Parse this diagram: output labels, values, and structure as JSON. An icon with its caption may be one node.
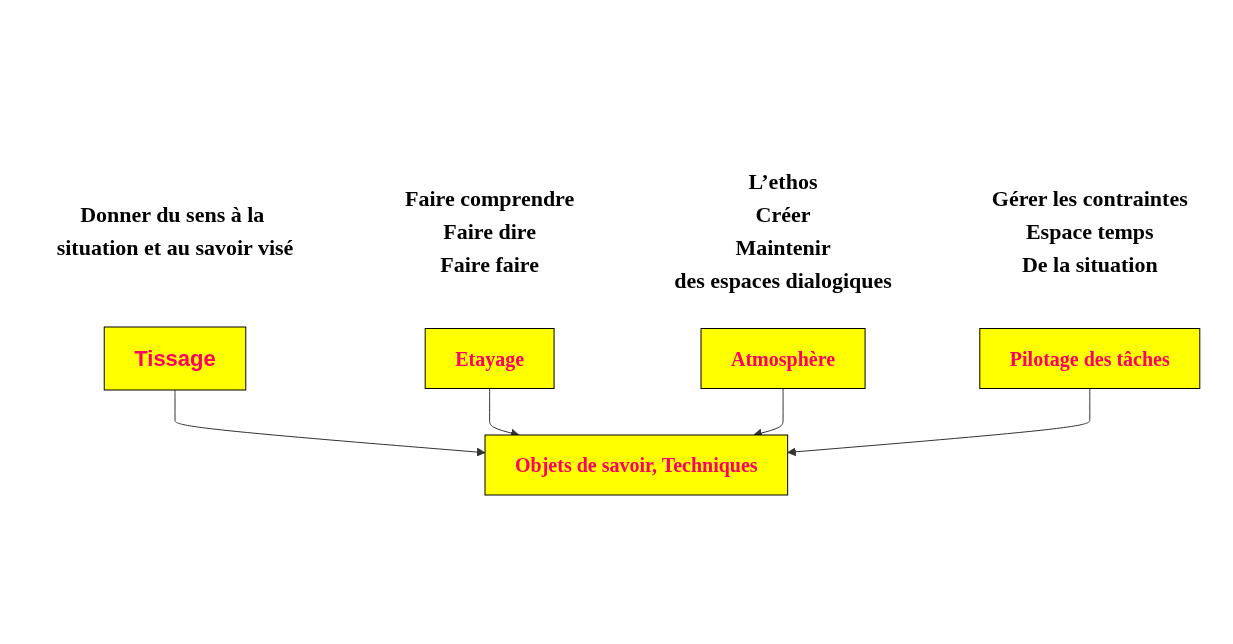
{
  "diagram": {
    "nodes": [
      {
        "text": [
          "Tissage"
        ],
        "beside": [
          "Donner du sens à la situation et au savoir visé"
        ]
      },
      {
        "text": [
          "Etayage"
        ],
        "beside": [
          "Faire comprendre",
          "Faire dire",
          "Faire faire"
        ]
      },
      {
        "text": [
          "Objets de savoir, Techniques"
        ]
      },
      {
        "text": [
          "Atmosphère"
        ],
        "beside": [
          "L’ethos",
          "Créer",
          "Maintenir",
          "des espaces dialogiques"
        ]
      },
      {
        "text": [
          "Pilotage des tâches"
        ],
        "beside": [
          "Gérer les contraintes",
          "Espace temps",
          "De la situation"
        ]
      }
    ],
    "edges": [
      {
        "from": 0,
        "to": 2,
        "arrow": "to"
      },
      {
        "from": 1,
        "to": 2,
        "arrow": "to"
      },
      {
        "from": 3,
        "to": 2,
        "arrow": "to"
      },
      {
        "from": 4,
        "to": 2,
        "arrow": "to"
      }
    ]
  }
}
